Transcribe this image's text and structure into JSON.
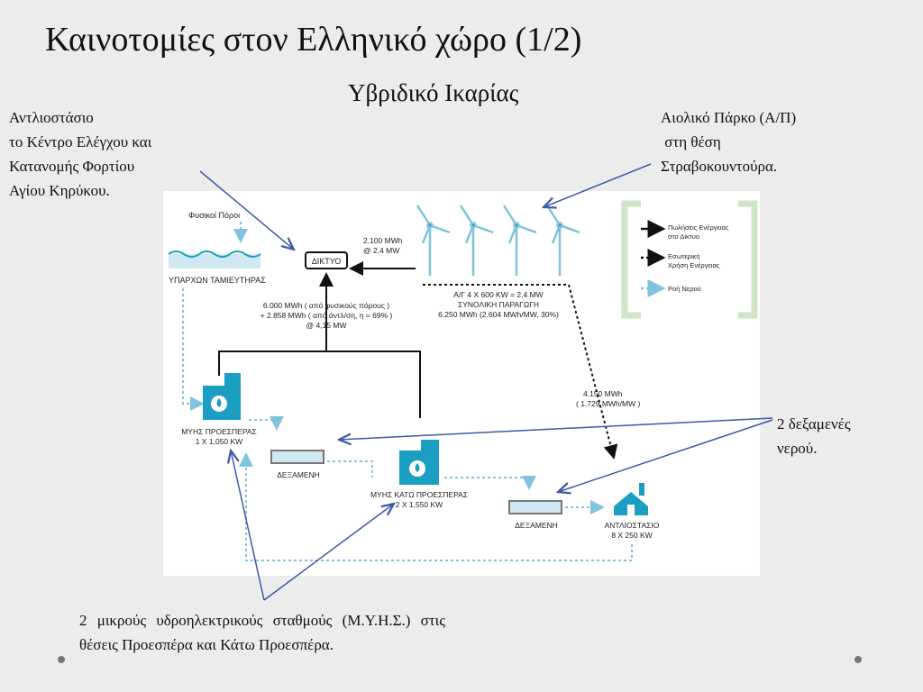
{
  "slide": {
    "title": "Καινοτομίες στον Ελληνικό χώρο (1/2)",
    "subtitle": "Υβριδικό Ικαρίας"
  },
  "callouts": {
    "pump_station": [
      "Αντλιοστάσιο",
      "το Κέντρο Ελέγχου και",
      "Κατανομής Φορτίου",
      "Αγίου Κηρύκου."
    ],
    "wind_park": [
      "Αιολικό Πάρκο (Α/Π)",
      " στη θέση",
      "Στραβοκουντούρα."
    ],
    "tanks": [
      "2 δεξαμενές",
      "νερού."
    ],
    "hydro": "2 μικρούς υδροηλεκτρικούς σταθμούς (Μ.Υ.Η.Σ.) στις θέσεις Προεσπέρα και Κάτω Προεσπέρα."
  },
  "diagram": {
    "natural_resources": "Φυσικοί Πόροι",
    "reservoir": "ΥΠΑΡΧΩΝ ΤΑΜΙΕΥΤΗΡΑΣ",
    "grid": "ΔΙΚΤΥΟ",
    "wind_to_grid": [
      "2.100 MWh",
      "@ 2,4 MW"
    ],
    "hydro_to_grid": [
      "6.000 MWh ( από φυσικούς πόρους )",
      "+ 2.858 MWh ( από άντλ/ση, η = 69% )",
      "@ 4,15 MW"
    ],
    "wind_park": [
      "Α/Γ 4 Χ 600 KW = 2,4 MW",
      "ΣΥΝΟΛΙΚΗ ΠΑΡΑΓΩΓΗ",
      "6.250 MWh (2.604 MWh/MW, 30%)"
    ],
    "wind_to_pump": [
      "4.150 MWh",
      "( 1.729 MWh/MW )"
    ],
    "hydro_upper": [
      "ΜΥΗΣ ΠΡΟΕΣΠΕΡΑΣ",
      "1 X 1,050 KW"
    ],
    "tank_upper": "ΔΕΞΑΜΕΝΗ",
    "hydro_lower": [
      "ΜΥΗΣ ΚΑΤΩ ΠΡΟΕΣΠΕΡΑΣ",
      "2 X 1,550 KW"
    ],
    "tank_lower": "ΔΕΞΑΜΕΝΗ",
    "pump_station": [
      "ΑΝΤΛΙΟΣΤΑΣΙΟ",
      "8 Χ 250 KW"
    ],
    "legend": {
      "sales": [
        "Πωλήσεις Ενέργειας",
        "στο Δίκτυο"
      ],
      "internal": [
        "Εσωτερική",
        "Χρήση Ενέργειας"
      ],
      "water": "Ροή Νερού"
    }
  },
  "colors": {
    "accent_blue": "#1a9fc2",
    "water_blue": "#7fc3dd",
    "arrow_blue": "#3f58a8",
    "legend_green": "#cfe5c8"
  }
}
